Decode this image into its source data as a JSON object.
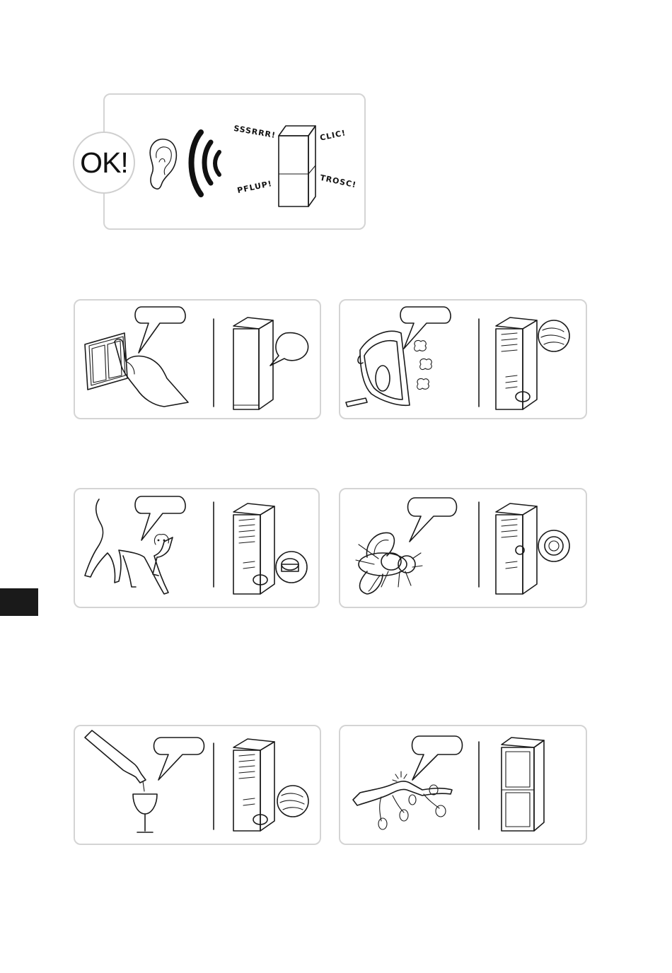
{
  "ok_panel": {
    "ok_label": "OK!",
    "sounds": [
      "SSSRRR!",
      "CLIC!",
      "PFLUP!",
      "TROSC!"
    ]
  },
  "icons": {
    "ear": "ear-icon",
    "waves": "sound-waves-icon",
    "fridge": "fridge-icon",
    "switch": "light-switch-icon",
    "iron": "steam-iron-icon",
    "cat": "cat-icon",
    "fly": "fly-icon",
    "wine": "wine-glass-icon",
    "branch": "branch-icon"
  },
  "colors": {
    "frame": "#d4d4d4",
    "ink": "#1a1a1a",
    "tab": "#1a1a1a"
  }
}
